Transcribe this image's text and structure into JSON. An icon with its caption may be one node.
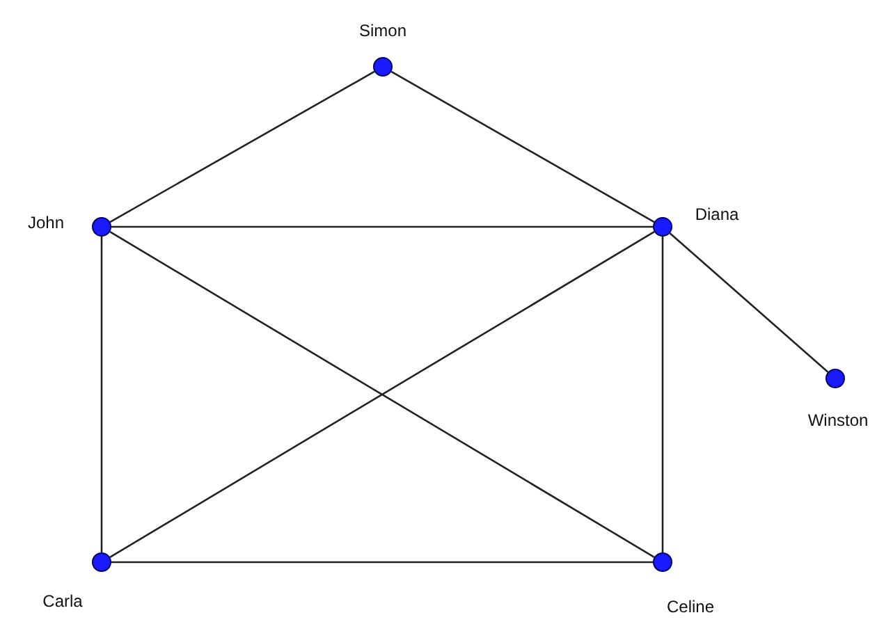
{
  "diagram": {
    "nodes": [
      {
        "text": [
          "Simon"
        ]
      },
      {
        "text": [
          "John"
        ]
      },
      {
        "text": [
          "Diana"
        ]
      },
      {
        "text": [
          "Winston"
        ]
      },
      {
        "text": [
          "Carla"
        ]
      },
      {
        "text": [
          "Celine"
        ]
      }
    ],
    "edges": [
      {
        "from": 0,
        "to": 1,
        "arrow": "none"
      },
      {
        "from": 0,
        "to": 2,
        "arrow": "none"
      },
      {
        "from": 1,
        "to": 2,
        "arrow": "none"
      },
      {
        "from": 1,
        "to": 4,
        "arrow": "none"
      },
      {
        "from": 1,
        "to": 5,
        "arrow": "none"
      },
      {
        "from": 2,
        "to": 4,
        "arrow": "none"
      },
      {
        "from": 2,
        "to": 5,
        "arrow": "none"
      },
      {
        "from": 2,
        "to": 3,
        "arrow": "none"
      },
      {
        "from": 4,
        "to": 5,
        "arrow": "none"
      }
    ]
  }
}
